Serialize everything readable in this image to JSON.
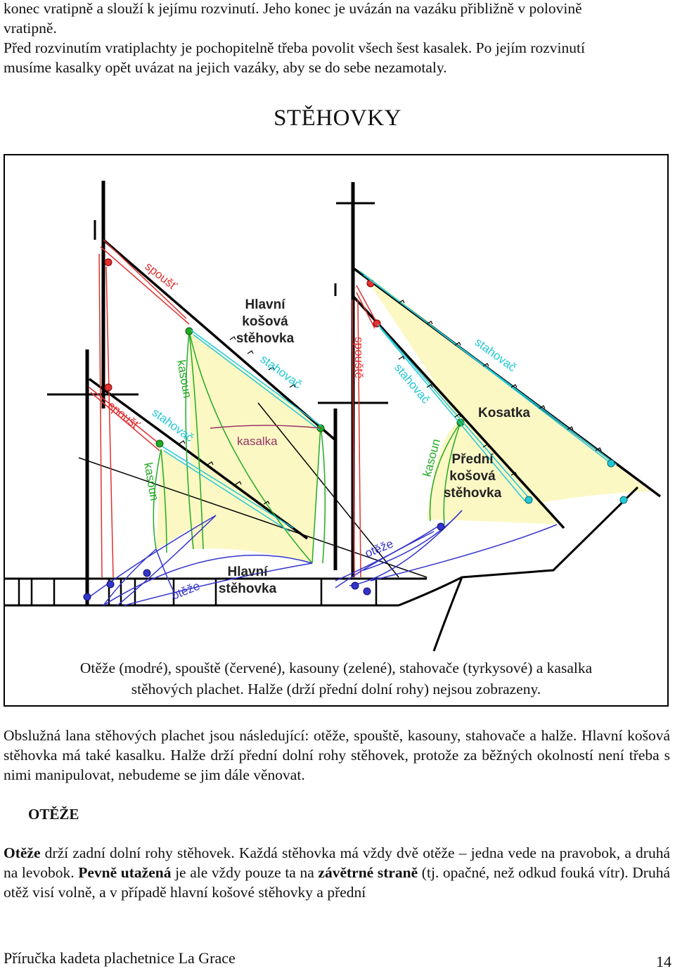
{
  "top_paragraph": {
    "line1": "konec vratipně a slouží k jejímu rozvinutí. Jeho konec je uvázán na vazáku přibližně v polovině",
    "line2": "vratipně.",
    "line3": "Před rozvinutím vratiplachty je pochopitelně třeba povolit všech šest kasalek. Po jejím rozvinutí",
    "line4": "musíme kasalky opět uvázat na jejich vazáky, aby se do sebe nezamotaly."
  },
  "section_title": "STĚHOVKY",
  "figure": {
    "labels": {
      "spoust_1": "spoušť",
      "spoust_2": "spoušť",
      "spouste": "spouště",
      "kasoun_1": "kasoun",
      "kasoun_2": "kasoun",
      "kasoun_3": "kasoun",
      "stahovac_1": "stahovač",
      "stahovac_2": "stahovač",
      "stahovac_3": "stahovač",
      "stahovac_4": "stahovač",
      "kasalka": "kasalka",
      "otez_1": "otěže",
      "otez_2": "otěže",
      "hlavni_kosova_1": "Hlavní",
      "hlavni_kosova_2": "košová",
      "hlavni_kosova_3": "stěhovka",
      "hlavni_1": "Hlavní",
      "hlavni_2": "stěhovka",
      "kosatka": "Kosatka",
      "predni_1": "Přední",
      "predni_2": "košová",
      "predni_3": "stěhovka"
    },
    "colors": {
      "sail": "#fbf8c4",
      "otez": "#3333cc",
      "spoust": "#e03030",
      "kasoun": "#22aa22",
      "stahovac": "#22c8d8",
      "kasalka": "#993366"
    },
    "caption_line1": "Otěže (modré), spouště (červené), kasouny (zelené), stahovače (tyrkysové) a kasalka",
    "caption_line2": "stěhových plachet. Halže (drží přední dolní rohy) nejsou zobrazeny."
  },
  "paragraph_2": "Obslužná lana stěhových plachet jsou následující: otěže, spouště, kasouny, stahovače a halže. Hlavní košová stěhovka má také kasalku. Halže drží přední dolní rohy stěhovek, protože za běžných okolností není třeba s nimi manipulovat, nebudeme se jim dále věnovat.",
  "heading_otez": "OTĚŽE",
  "paragraph_3": {
    "bold1": "Otěže",
    "text1": " drží zadní dolní rohy stěhovek. Každá stěhovka má vždy dvě otěže – jedna vede na pravobok, a druhá na levobok. ",
    "bold2": "Pevně utažená",
    "text2": " je ale vždy pouze ta na ",
    "bold3": "závětrné straně",
    "text3": " (tj. opačné, než odkud fouká vítr). Druhá otěž visí volně, a v případě hlavní košové stěhovky a přední"
  },
  "footer": {
    "title": "Příručka kadeta plachetnice La Grace",
    "page_number": "14"
  }
}
